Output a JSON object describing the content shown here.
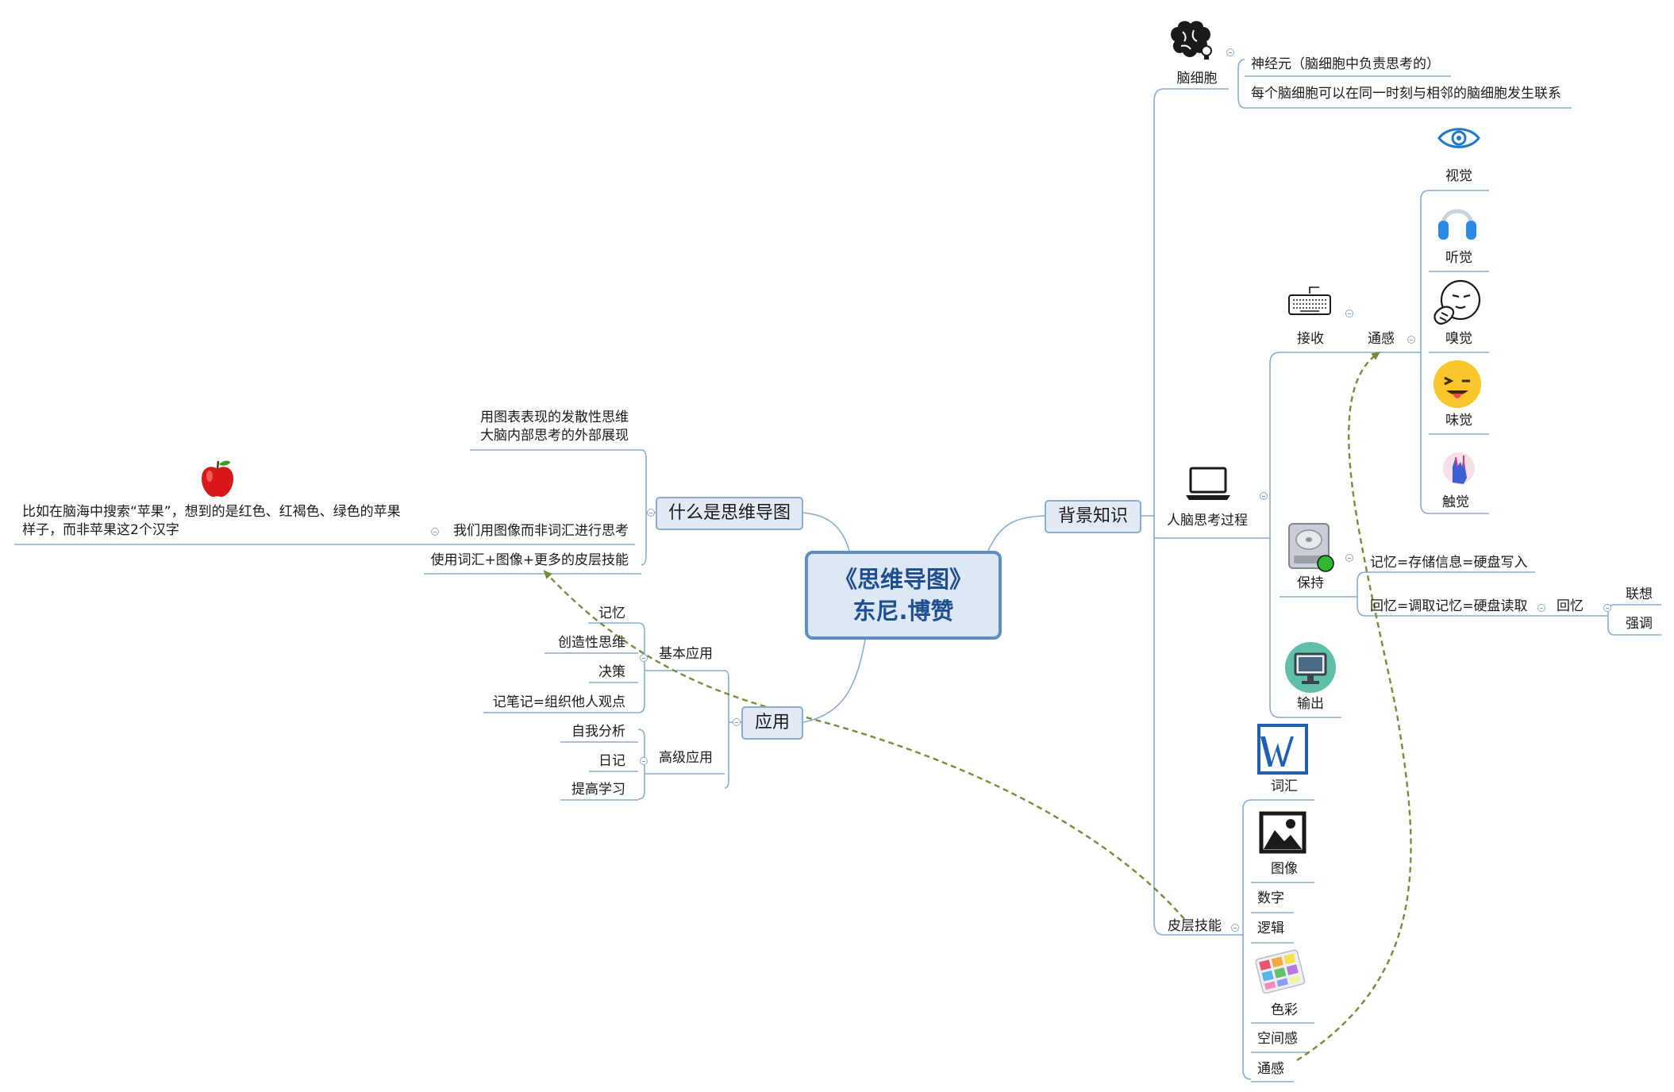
{
  "central": {
    "line1": "《思维导图》",
    "line2": "东尼.博赞"
  },
  "topics": {
    "what": "什么是思维导图",
    "app": "应用",
    "bg": "背景知识"
  },
  "what_children": {
    "def1": "用图表表现的发散性思维",
    "def2": "大脑内部思考的外部展现",
    "image": "我们用图像而非词汇进行思考",
    "example1": "比如在脑海中搜索“苹果”，想到的是红色、红褐色、绿色的苹果",
    "example2": "样子，而非苹果这2个汉字",
    "skills": "使用词汇+图像+更多的皮层技能"
  },
  "app_children": {
    "basic": "基本应用",
    "basic_items": [
      "记忆",
      "创造性思维",
      "决策",
      "记笔记=组织他人观点"
    ],
    "advanced": "高级应用",
    "advanced_items": [
      "自我分析",
      "日记",
      "提高学习"
    ]
  },
  "bg_children": {
    "brain_cell": "脑细胞",
    "brain_cell_items": [
      "神经元（脑细胞中负责思考的）",
      "每个脑细胞可以在同一时刻与相邻的脑细胞发生联系"
    ],
    "thinking": "人脑思考过程",
    "receive": "接收",
    "synesthesia": "通感",
    "senses": [
      "视觉",
      "听觉",
      "嗅觉",
      "味觉",
      "触觉"
    ],
    "retain": "保持",
    "memory_write": "记忆=存储信息=硬盘写入",
    "recall_read": "回忆=调取记忆=硬盘读取",
    "recall": "回忆",
    "recall_items": [
      "联想",
      "强调"
    ],
    "output": "输出",
    "cortex": "皮层技能",
    "cortex_items": [
      "词汇",
      "图像",
      "数字",
      "逻辑",
      "色彩",
      "空间感",
      "通感"
    ]
  },
  "colors": {
    "link": "#8aacd0",
    "relation": "#6f8f3a",
    "topic_fill": "#e2ebf5",
    "central_border": "#5e8fc4"
  },
  "icons": [
    "apple-icon",
    "brain-icon",
    "keyboard-icon",
    "laptop-icon",
    "hard-drive-icon",
    "monitor-icon",
    "eye-icon",
    "headphones-icon",
    "smell-face-icon",
    "winking-face-icon",
    "hand-icon",
    "word-icon",
    "picture-icon",
    "color-palette-icon"
  ]
}
